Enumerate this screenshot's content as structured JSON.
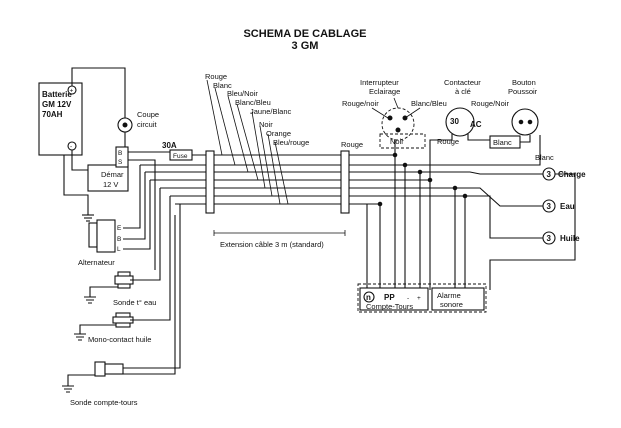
{
  "title": {
    "line1": "SCHEMA DE CABLAGE",
    "line2": "3 GM"
  },
  "components": {
    "battery": {
      "line1": "Batterie",
      "line2": "GM 12V",
      "line3": "70AH",
      "plus": "+",
      "minus": "-"
    },
    "breaker": {
      "line1": "Coupe",
      "line2": "circuit"
    },
    "starter": {
      "line1": "Démar",
      "line2": "12 V",
      "terminal_b": "B",
      "terminal_s": "S"
    },
    "alternator": {
      "label": "Alternateur",
      "terminal_e": "E",
      "terminal_b": "B",
      "terminal_l": "L"
    },
    "temp_sensor": {
      "label": "Sonde t° eau"
    },
    "oil_switch": {
      "label": "Mono-contact huile"
    },
    "tach_sensor": {
      "label": "Sonde compte-tours"
    },
    "fuse": {
      "rating": "30A",
      "label": "Fuse"
    },
    "light_switch": {
      "line1": "Interrupteur",
      "line2": "Eclairage"
    },
    "key_switch": {
      "line1": "Contacteur",
      "line2": "à clé",
      "pos_30": "30",
      "pos_ac": "AC"
    },
    "push_button": {
      "line1": "Bouton",
      "line2": "Poussoir"
    },
    "tach_box": {
      "symbol": "n",
      "pp": "PP",
      "label": "Compte-Tours",
      "minus": "-",
      "plus": "+"
    },
    "alarm_box": {
      "line1": "Alarme",
      "line2": "sonore"
    }
  },
  "wire_labels": {
    "rouge": "Rouge",
    "blanc": "Blanc",
    "bleu_noir": "Bleu/Noir",
    "blanc_bleu": "Blanc/Bleu",
    "jaune_blanc": "Jaune/Blanc",
    "noir": "Noir",
    "orange": "Orange",
    "bleu_rouge": "Bleu/rouge",
    "rouge_mid": "Rouge",
    "rouge_noir_left": "Rouge/noir",
    "blanc_bleu_top": "Blanc/Bleu",
    "noir_box": "Noir",
    "rouge_small": "Rouge",
    "rouge_noir_right": "Rouge/Noir",
    "blanc_box": "Blanc",
    "blanc_right": "Blanc"
  },
  "extension_label": "Extension câble 3 m (standard)",
  "indicators": {
    "charge": "Charge",
    "eau": "Eau",
    "huile": "Huile"
  }
}
